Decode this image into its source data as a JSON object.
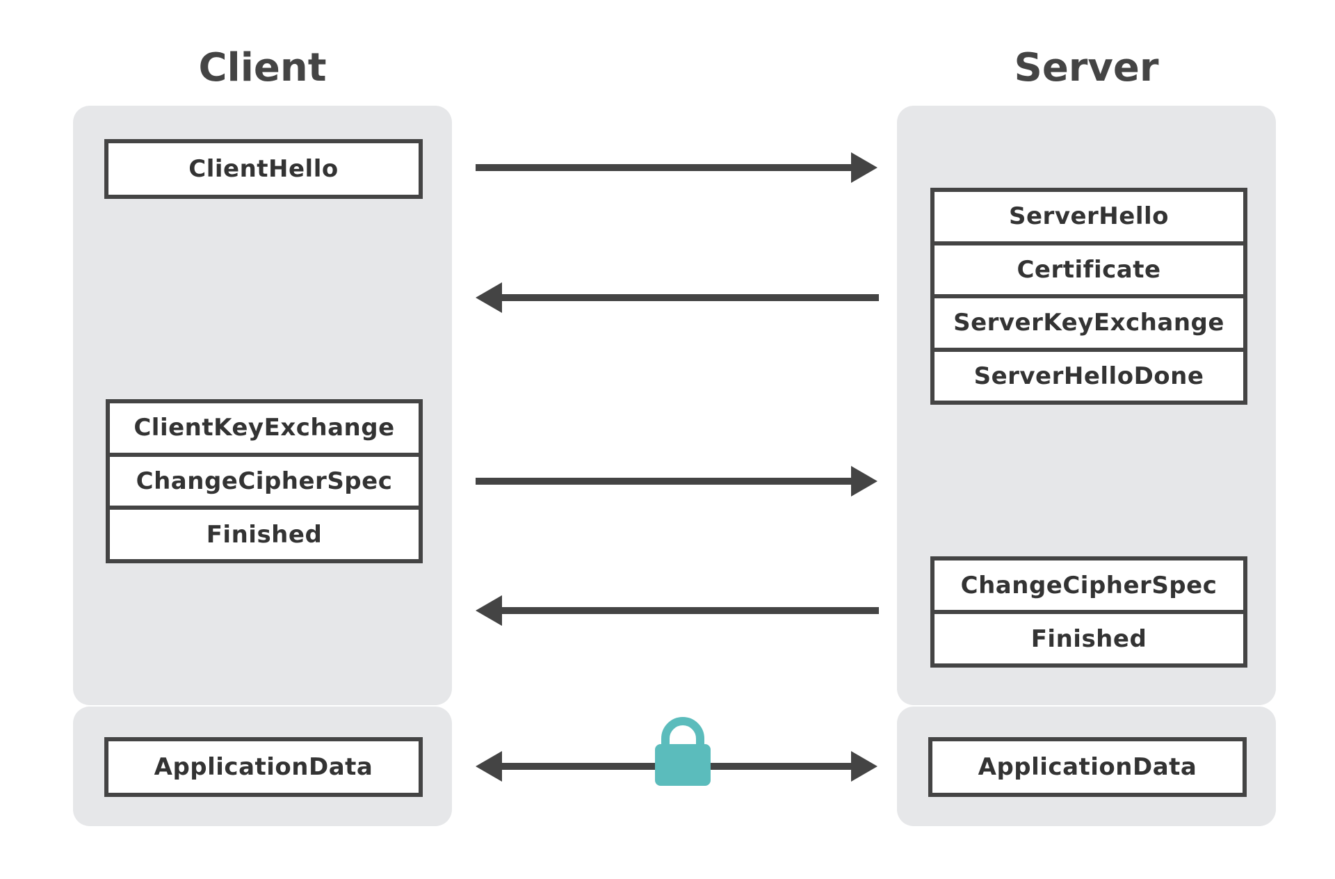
{
  "client": {
    "title": "Client",
    "hello": [
      "ClientHello"
    ],
    "key_exchange": [
      "ClientKeyExchange",
      "ChangeCipherSpec",
      "Finished"
    ],
    "app": [
      "ApplicationData"
    ]
  },
  "server": {
    "title": "Server",
    "hello": [
      "ServerHello",
      "Certificate",
      "ServerKeyExchange",
      "ServerHelloDone"
    ],
    "finish": [
      "ChangeCipherSpec",
      "Finished"
    ],
    "app": [
      "ApplicationData"
    ]
  },
  "colors": {
    "lane_bg": "#e6e7e9",
    "stroke": "#444444",
    "lock": "#5bbcbc"
  },
  "icons": {
    "lock": "padlock-icon"
  }
}
